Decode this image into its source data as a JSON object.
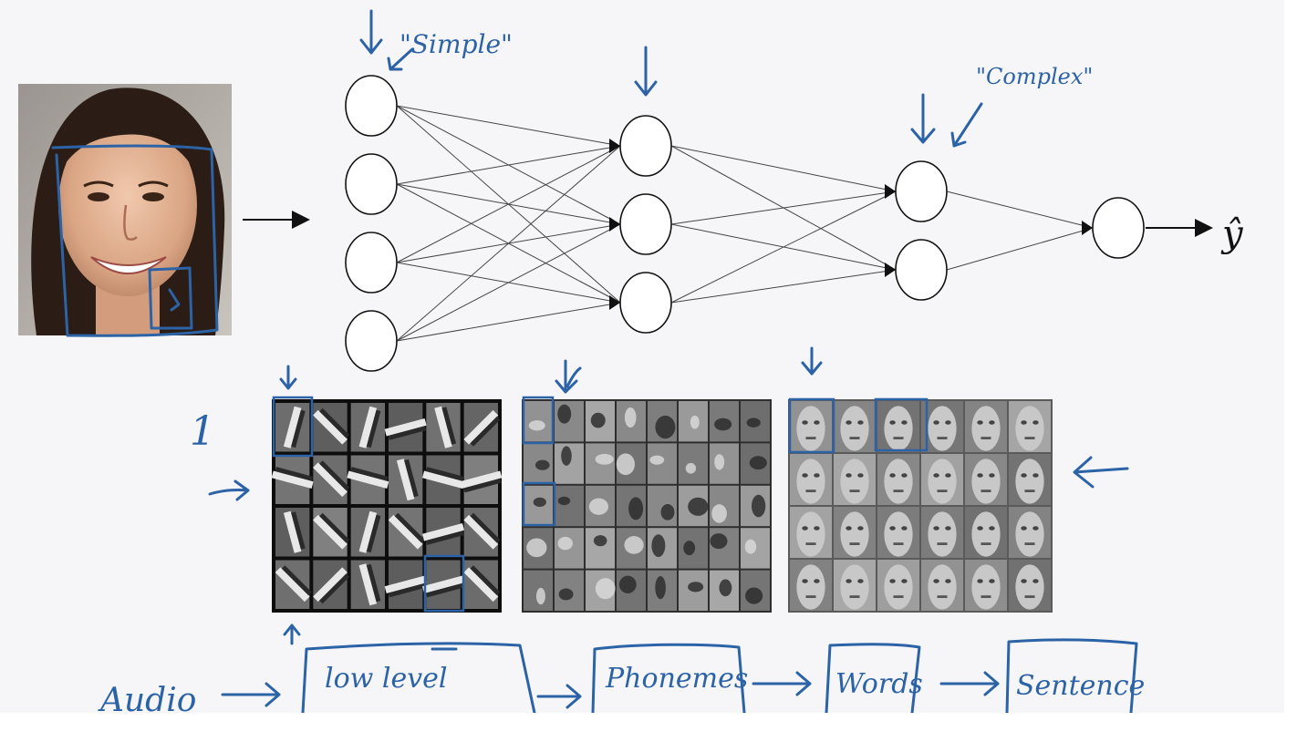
{
  "annotations": {
    "simple": "\"Simple\"",
    "complex": "\"Complex\"",
    "one": "1"
  },
  "output_label": "ŷ",
  "network": {
    "layers": [
      4,
      3,
      2,
      1
    ]
  },
  "feature_grids": [
    {
      "name": "edges",
      "rows": 4,
      "cols": 6
    },
    {
      "name": "face-parts",
      "rows": 5,
      "cols": 8
    },
    {
      "name": "faces",
      "rows": 4,
      "cols": 6
    }
  ],
  "audio_pipeline": {
    "audio": "Audio",
    "low_level": "low level",
    "phonemes": "Phonemes",
    "words": "Words",
    "sentence": "Sentence"
  },
  "colors": {
    "ink": "#2c63a6",
    "background": "#f6f6f8"
  }
}
